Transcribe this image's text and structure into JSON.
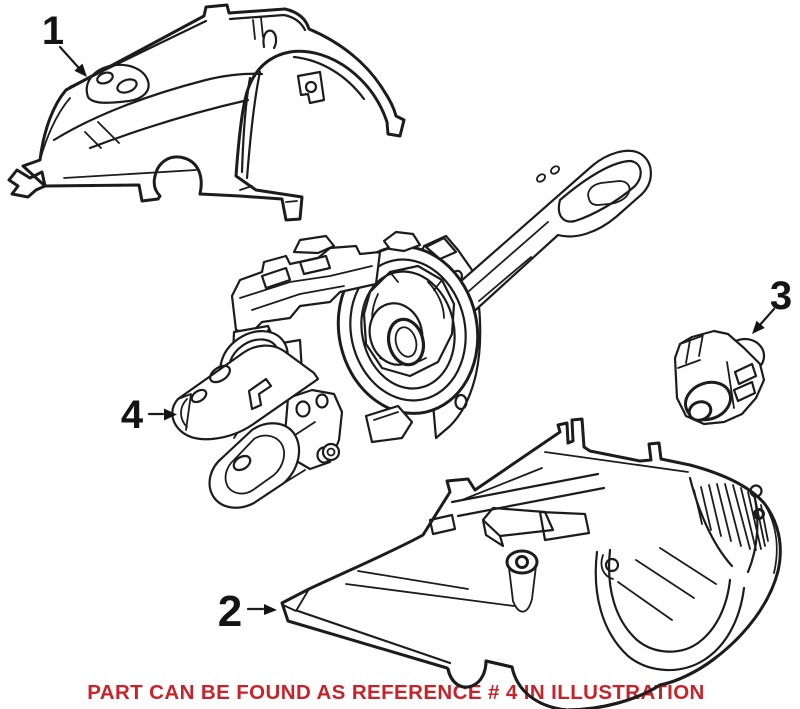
{
  "canvas": {
    "background": "#ffffff",
    "line_color": "#1c1c1c"
  },
  "callouts": [
    {
      "ref": "1"
    },
    {
      "ref": "2"
    },
    {
      "ref": "3"
    },
    {
      "ref": "4"
    }
  ],
  "caption": {
    "text": "PART CAN BE FOUND AS REFERENCE # 4 IN ILLUSTRATION",
    "color": "#c6232b"
  }
}
